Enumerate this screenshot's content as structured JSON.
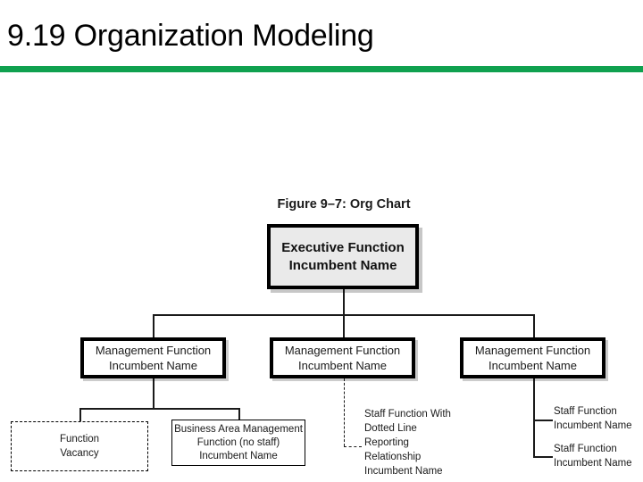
{
  "slide": {
    "title": "9.19 Organization Modeling",
    "rule_color": "#0fa14f"
  },
  "figure": {
    "caption": "Figure 9–7: Org Chart",
    "nodes": {
      "executive": {
        "line1": "Executive Function",
        "line2": "Incumbent Name"
      },
      "management_1": {
        "line1": "Management Function",
        "line2": "Incumbent Name"
      },
      "management_2": {
        "line1": "Management Function",
        "line2": "Incumbent Name"
      },
      "management_3": {
        "line1": "Management Function",
        "line2": "Incumbent Name"
      },
      "vacancy": {
        "line1": "Function",
        "line2": "Vacancy"
      },
      "business_area": {
        "line1": "Business Area Management",
        "line2": "Function (no staff)",
        "line3": "Incumbent Name"
      }
    },
    "labels": {
      "staff_dotted": {
        "line1": "Staff Function With",
        "line2": "Dotted Line",
        "line3": "Reporting",
        "line4": "Relationship",
        "line5": "Incumbent Name"
      },
      "staff_1": {
        "line1": "Staff Function",
        "line2": "Incumbent Name"
      },
      "staff_2": {
        "line1": "Staff Function",
        "line2": "Incumbent Name"
      }
    }
  }
}
